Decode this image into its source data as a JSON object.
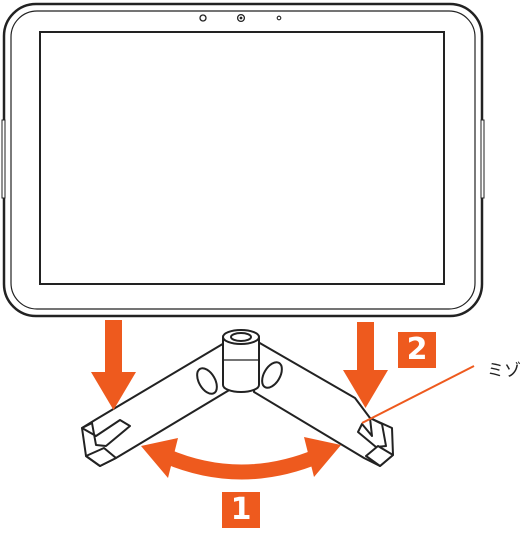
{
  "steps": {
    "step1": "1",
    "step2": "2"
  },
  "callouts": {
    "groove": "ミゾ"
  },
  "colors": {
    "accent": "#ee5a1e",
    "outline": "#222222",
    "tablet_fill": "#ffffff",
    "stand_fill": "#ffffff"
  }
}
